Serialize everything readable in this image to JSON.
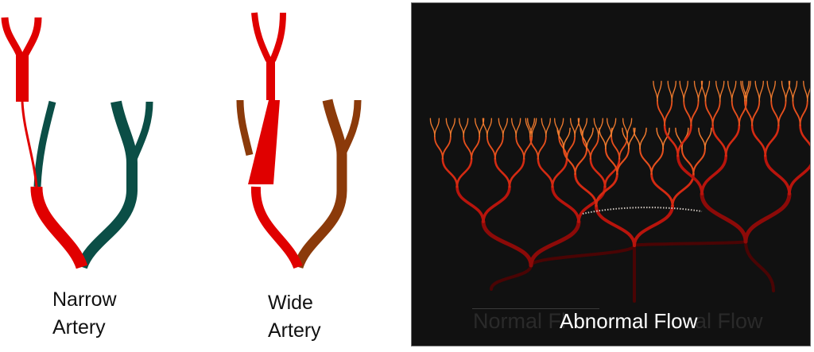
{
  "narrow_panel": {
    "label_line1": "Narrow",
    "label_line2": "Artery"
  },
  "wide_panel": {
    "label_line1": "Wide",
    "label_line2": "Artery"
  },
  "flow_panel": {
    "label": "Abnormal Flow",
    "ghost_left": "Normal Fl",
    "ghost_right": "al Flow"
  },
  "colors": {
    "red": "#e00000",
    "teal": "#0b4e46",
    "brown": "#8b3a0a",
    "panel_bg": "#111111"
  }
}
